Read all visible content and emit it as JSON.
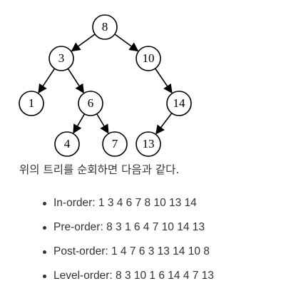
{
  "tree": {
    "nodes": [
      {
        "id": "n8",
        "label": "8"
      },
      {
        "id": "n3",
        "label": "3"
      },
      {
        "id": "n10",
        "label": "10"
      },
      {
        "id": "n1",
        "label": "1"
      },
      {
        "id": "n6",
        "label": "6"
      },
      {
        "id": "n14",
        "label": "14"
      },
      {
        "id": "n4",
        "label": "4"
      },
      {
        "id": "n7",
        "label": "7"
      },
      {
        "id": "n13",
        "label": "13"
      }
    ],
    "edges": [
      [
        "n8",
        "n3"
      ],
      [
        "n8",
        "n10"
      ],
      [
        "n3",
        "n1"
      ],
      [
        "n3",
        "n6"
      ],
      [
        "n10",
        "n14"
      ],
      [
        "n6",
        "n4"
      ],
      [
        "n6",
        "n7"
      ],
      [
        "n14",
        "n13"
      ]
    ]
  },
  "caption": "위의 트리를 순회하면 다음과 같다.",
  "traversals": [
    {
      "name": "In-order",
      "sequence": "1 3 4 6 7 8 10 13 14"
    },
    {
      "name": "Pre-order",
      "sequence": "8 3 1 6 4 7 10 14 13"
    },
    {
      "name": "Post-order",
      "sequence": "1 4 7 6 3 13 14 10 8"
    },
    {
      "name": "Level-order",
      "sequence": "8 3 10 1 6 14 4 7 13"
    }
  ]
}
